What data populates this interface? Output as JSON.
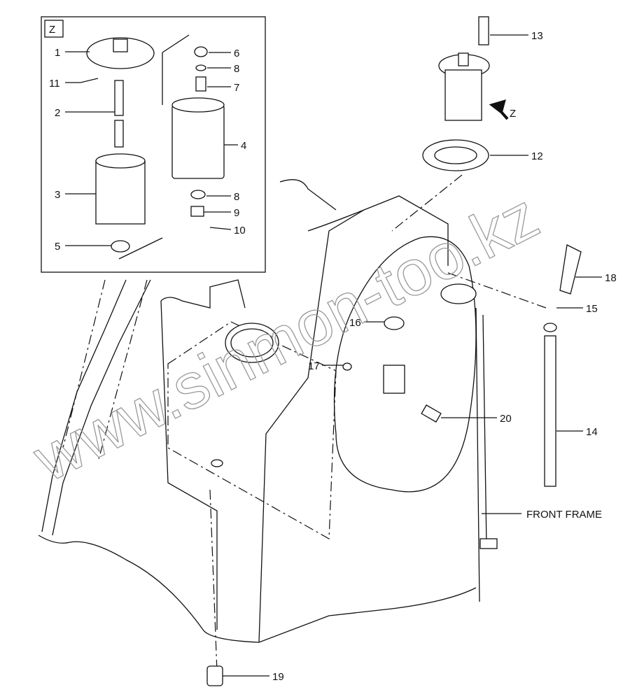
{
  "detail_view": {
    "tag": "Z"
  },
  "callouts": {
    "p1": "1",
    "p2": "2",
    "p3": "3",
    "p4": "4",
    "p5": "5",
    "p6": "6",
    "p7": "7",
    "p8a": "8",
    "p8b": "8",
    "p9": "9",
    "p10": "10",
    "p11": "11",
    "p12": "12",
    "p13": "13",
    "p14": "14",
    "p15": "15",
    "p16": "16",
    "p17": "17",
    "p18": "18",
    "p19": "19",
    "p20": "20"
  },
  "view_arrow_label": "Z",
  "front_frame_label": "FRONT FRAME",
  "watermark": "www.sinmon-too.kz"
}
